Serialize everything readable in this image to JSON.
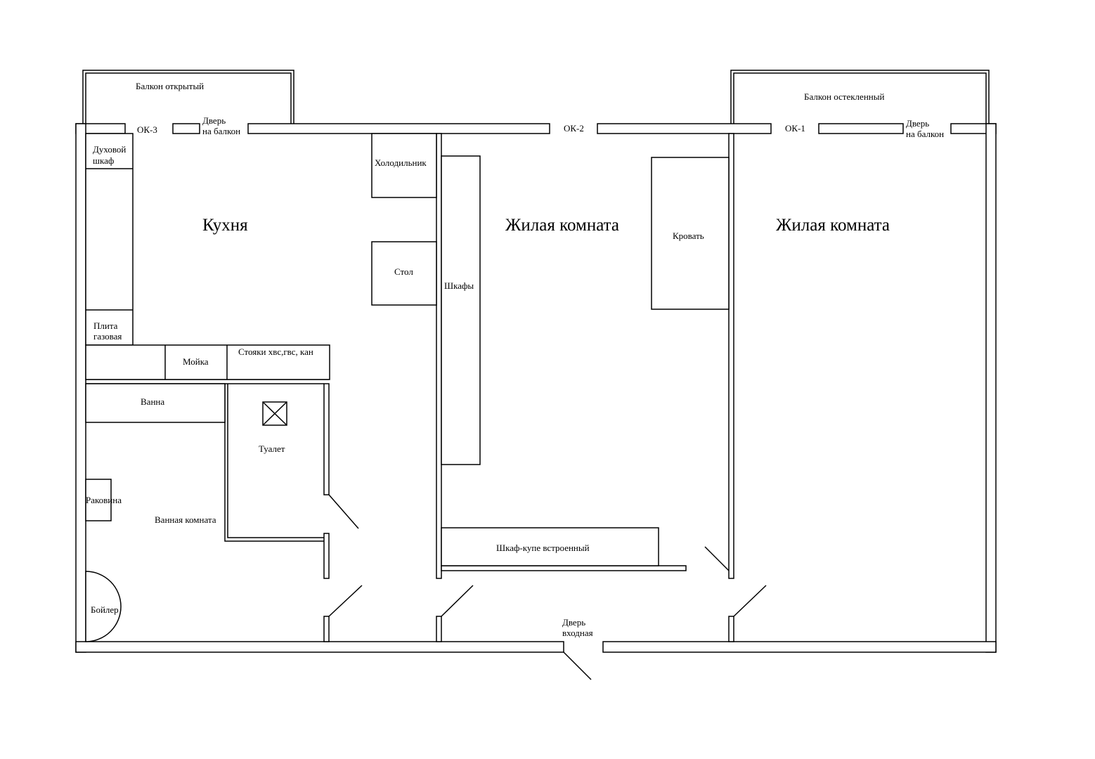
{
  "rooms": {
    "kitchen": "Кухня",
    "living_middle": "Жилая комната",
    "living_right": "Жилая комната",
    "bathroom": "Ванная комната",
    "toilet": "Туалет",
    "balcony_open": "Балкон открытый",
    "balcony_glazed": "Балкон остекленный"
  },
  "furniture": {
    "oven_line1": "Духовой",
    "oven_line2": "шкаф",
    "stove_line1": "Плита",
    "stove_line2": "газовая",
    "sink_kitchen": "Мойка",
    "risers": "Стояки хвс,гвс, кан",
    "fridge": "Холодильник",
    "table": "Стол",
    "wardrobes": "Шкафы",
    "bed": "Кровать",
    "closet": "Шкаф-купе встроенный",
    "bathtub": "Ванна",
    "washbasin": "Раковина",
    "boiler": "Бойлер"
  },
  "openings": {
    "window_3": "ОК-3",
    "window_2": "ОК-2",
    "window_1": "ОК-1",
    "balcony_door_left_line1": "Дверь",
    "balcony_door_left_line2": "на балкон",
    "balcony_door_right_line1": "Дверь",
    "balcony_door_right_line2": "на балкон",
    "entrance_line1": "Дверь",
    "entrance_line2": "входная"
  }
}
